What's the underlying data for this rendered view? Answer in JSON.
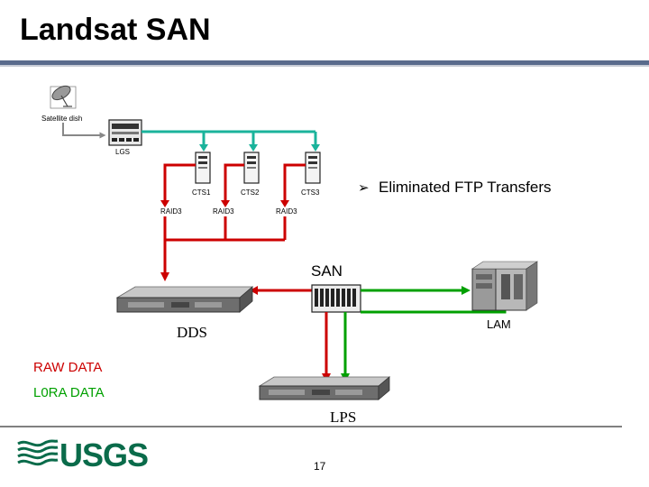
{
  "slide": {
    "title": "Landsat SAN",
    "page_number": "17"
  },
  "colors": {
    "accent_rule": "#5a6b8c",
    "raw_data": "#cc0000",
    "l0ra_data": "#00a000",
    "teal_link": "#1ab39b",
    "usgs_green": "#0a6b4a"
  },
  "diagram": {
    "satellite_label": "Satellite dish",
    "lgs_label": "LGS",
    "cts_labels": [
      "CTS1",
      "CTS2",
      "CTS3"
    ],
    "raid_labels": [
      "RAID3",
      "RAID3",
      "RAID3"
    ],
    "san_label": "SAN",
    "dds_label": "DDS",
    "lam_label": "LAM",
    "lps_label": "LPS",
    "bullet": "Eliminated FTP Transfers"
  },
  "legend": {
    "raw": "RAW DATA",
    "l0ra": "L0RA DATA"
  },
  "logo": {
    "text": "USGS"
  }
}
